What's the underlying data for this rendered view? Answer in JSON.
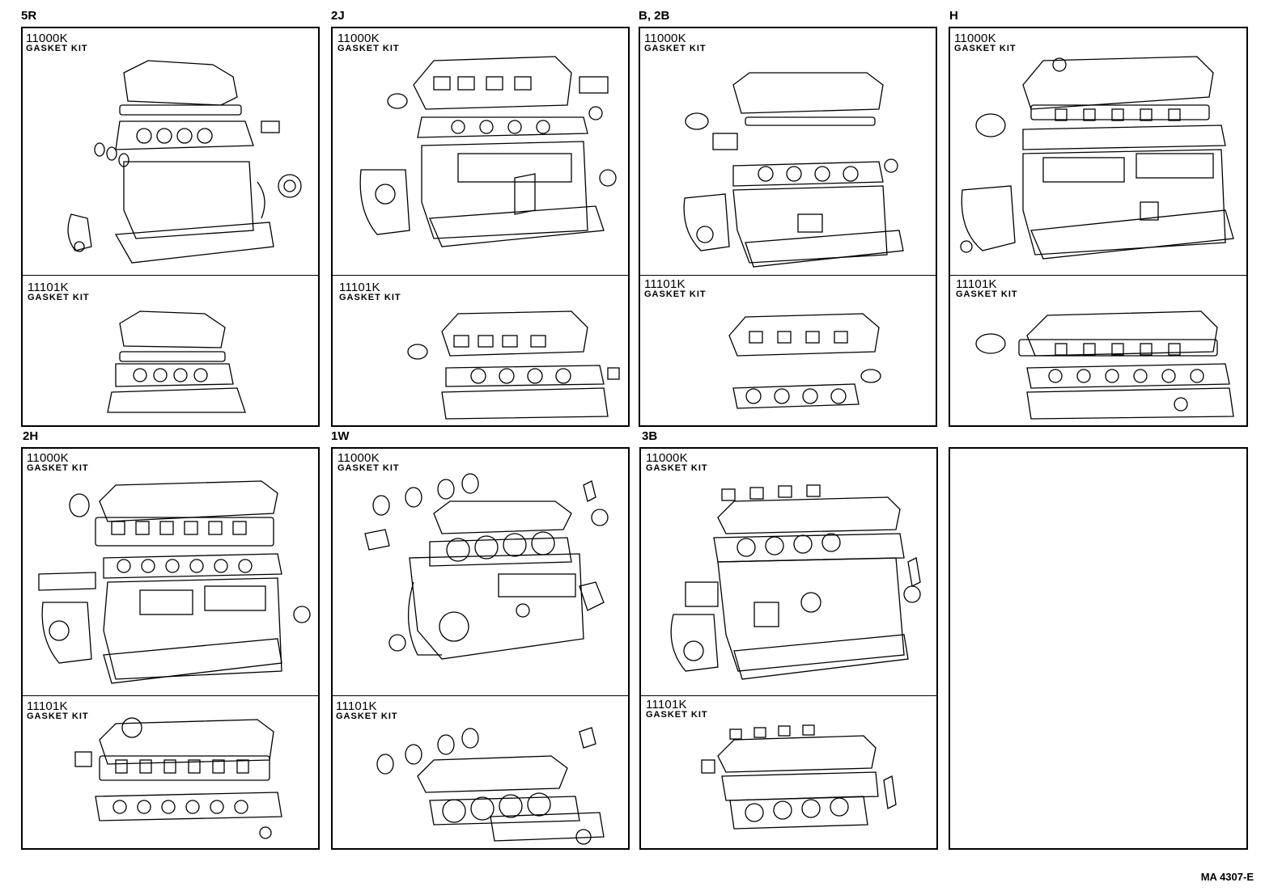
{
  "panels": [
    {
      "engine": "5R",
      "kits": [
        {
          "part_no": "11000K",
          "name": "GASKET KIT"
        },
        {
          "part_no": "11101K",
          "name": "GASKET KIT"
        }
      ]
    },
    {
      "engine": "2J",
      "kits": [
        {
          "part_no": "11000K",
          "name": "GASKET KIT"
        },
        {
          "part_no": "11101K",
          "name": "GASKET KIT"
        }
      ]
    },
    {
      "engine": "B, 2B",
      "kits": [
        {
          "part_no": "11000K",
          "name": "GASKET KIT"
        },
        {
          "part_no": "11101K",
          "name": "GASKET KIT"
        }
      ]
    },
    {
      "engine": "H",
      "kits": [
        {
          "part_no": "11000K",
          "name": "GASKET KIT"
        },
        {
          "part_no": "11101K",
          "name": "GASKET KIT"
        }
      ]
    },
    {
      "engine": "2H",
      "kits": [
        {
          "part_no": "11000K",
          "name": "GASKET KIT"
        },
        {
          "part_no": "11101K",
          "name": "GASKET KIT"
        }
      ]
    },
    {
      "engine": "1W",
      "kits": [
        {
          "part_no": "11000K",
          "name": "GASKET KIT"
        },
        {
          "part_no": "11101K",
          "name": "GASKET KIT"
        }
      ]
    },
    {
      "engine": "3B",
      "kits": [
        {
          "part_no": "11000K",
          "name": "GASKET KIT"
        },
        {
          "part_no": "11101K",
          "name": "GASKET KIT"
        }
      ]
    }
  ],
  "footer_code": "MA 4307-E",
  "colors": {
    "ink": "#000000",
    "paper": "#ffffff"
  }
}
